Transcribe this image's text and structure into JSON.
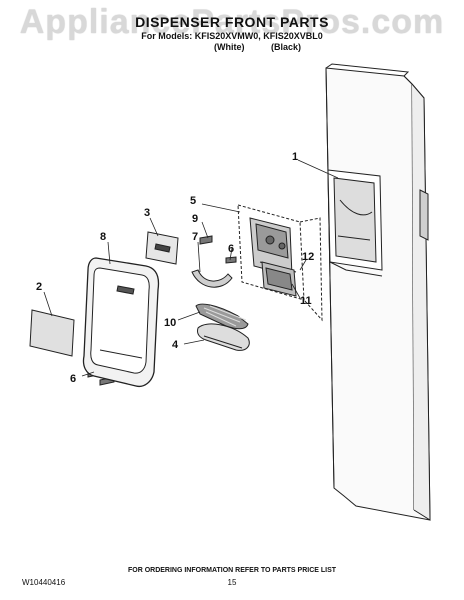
{
  "watermark": "AppliancePartsPros.com",
  "header": {
    "title": "DISPENSER FRONT PARTS",
    "models": "For Models: KFIS20XVMW0, KFIS20XVBL0",
    "variant_white": "(White)",
    "variant_black": "(Black)"
  },
  "callouts": [
    "1",
    "2",
    "3",
    "4",
    "5",
    "6",
    "6",
    "7",
    "8",
    "9",
    "10",
    "11",
    "12"
  ],
  "footer": {
    "info": "FOR ORDERING INFORMATION REFER TO PARTS PRICE LIST",
    "doc_number": "W10440416",
    "page_number": "15"
  },
  "colors": {
    "line": "#222222",
    "shade": "#9a9a9a",
    "light": "#e6e6e6"
  }
}
